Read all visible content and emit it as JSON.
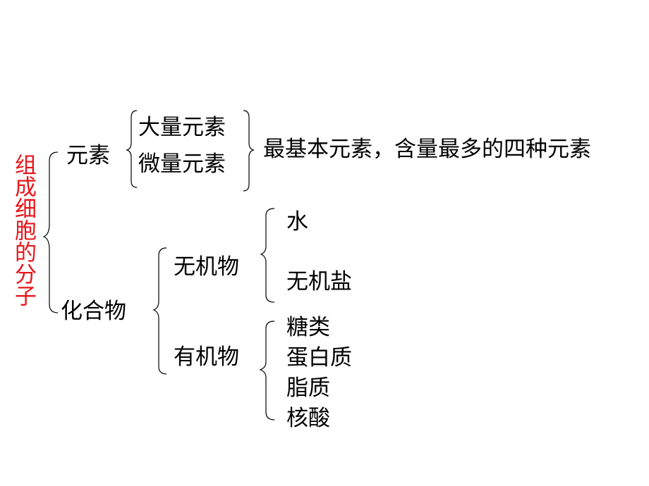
{
  "title_vertical": "组成细胞的分子",
  "title_color": "#e8141b",
  "elements": {
    "label": "元素",
    "major": "大量元素",
    "trace": "微量元素",
    "note": "最基本元素，含量最多的四种元素"
  },
  "compounds": {
    "label": "化合物",
    "inorganic": {
      "label": "无机物",
      "items": [
        "水",
        "无机盐"
      ]
    },
    "organic": {
      "label": "有机物",
      "items": [
        "糖类",
        "蛋白质",
        "脂质",
        "核酸"
      ]
    }
  }
}
